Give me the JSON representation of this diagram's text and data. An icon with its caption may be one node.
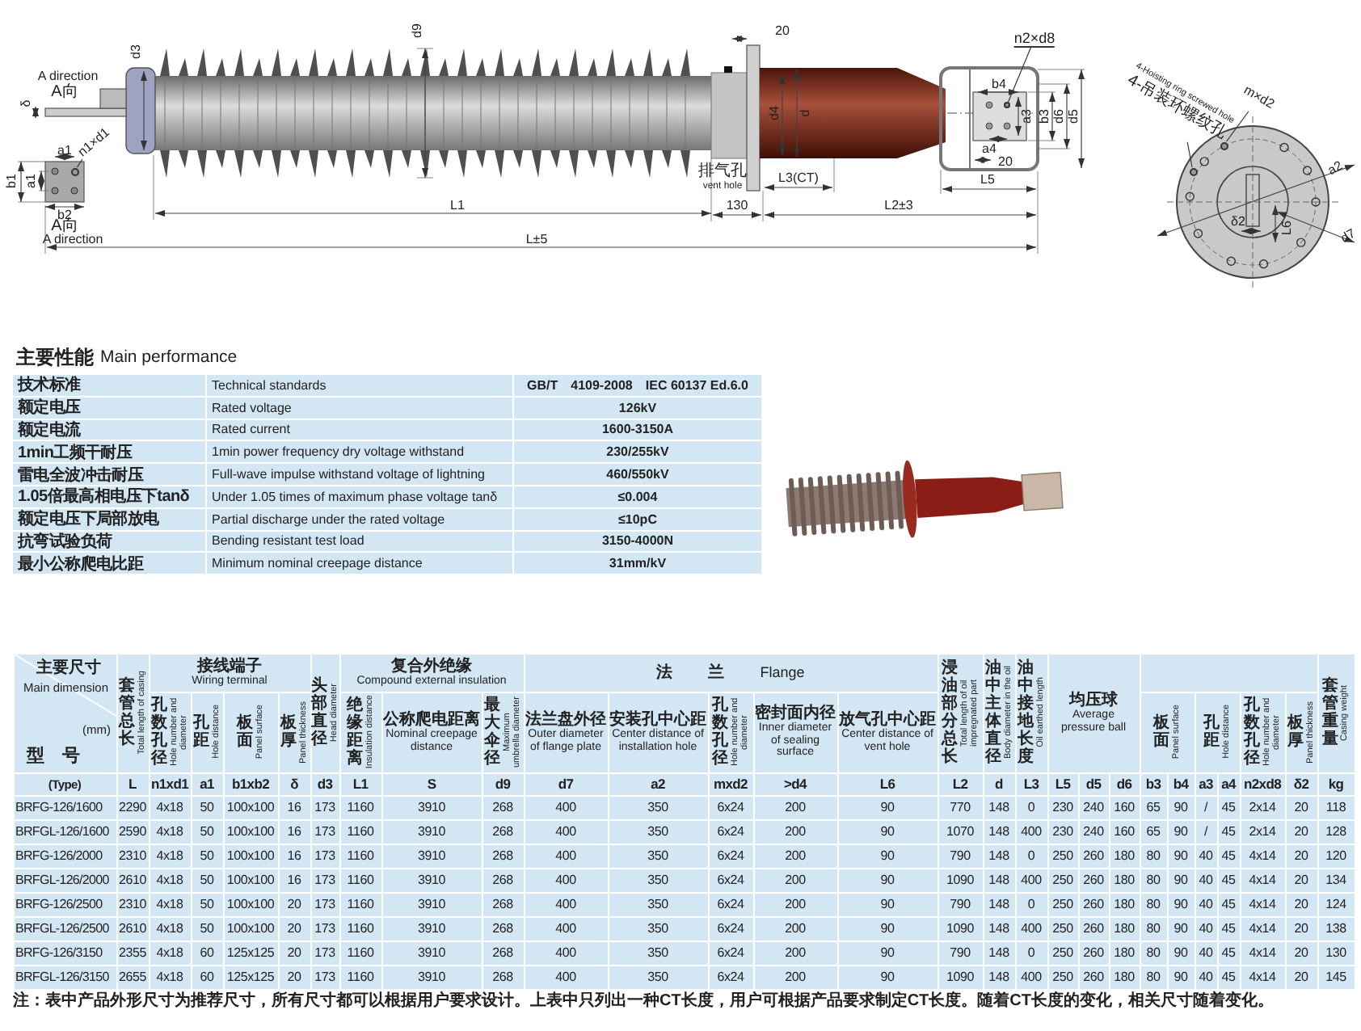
{
  "diagram": {
    "nodes": [
      {
        "text": [
          "n1×d1"
        ]
      },
      {
        "text": [],
        "shape": "circle"
      },
      {
        "text": [
          "n2×d8"
        ]
      },
      {
        "text": [],
        "shape": "circle"
      },
      {
        "text": [
          "4-Hoisting ring screwed hole",
          "4-吊装环螺纹孔"
        ]
      },
      {
        "text": [],
        "shape": "circle"
      },
      {
        "text": [
          "m×d2"
        ]
      },
      {
        "text": [],
        "shape": "circle"
      }
    ],
    "edges": [
      {
        "from": 0,
        "to": 1,
        "arrow": "none"
      },
      {
        "from": 2,
        "to": 3,
        "arrow": "none"
      },
      {
        "from": 4,
        "to": 5,
        "arrow": "none"
      },
      {
        "from": 6,
        "to": 7,
        "arrow": "none"
      }
    ],
    "labels": [
      "A direction",
      "A向",
      "δ",
      "a1",
      "b1",
      "a1",
      "b2",
      "A向",
      "A direction",
      "d3",
      "d9",
      "L1",
      "L±5",
      "20",
      "d4",
      "d",
      "排气孔",
      "vent hole",
      "L3(CT)",
      "130",
      "L2±3",
      "b4",
      "a3",
      "b3",
      "d6",
      "d5",
      "a4",
      "20",
      "L5",
      "a2",
      "δ2",
      "L6",
      "d7",
      "主要性能",
      "Main performance",
      "技术标准",
      "Technical standards",
      "GB/T　4109-2008　IEC 60137 Ed.6.0",
      "额定电压",
      "Rated voltage",
      "126kV",
      "额定电流",
      "Rated current",
      "1600-3150A",
      "1min工频干耐压",
      "1min power frequency dry voltage withstand",
      "230/255kV",
      "雷电全波冲击耐压",
      "Full-wave impulse withstand voltage of lightning",
      "460/550kV",
      "1.05倍最高相电压下tanδ",
      "Under 1.05 times of maximum phase voltage tanδ",
      "≤0.004",
      "额定电压下局部放电",
      "Partial discharge under the rated voltage",
      "≤10pC",
      "抗弯试验负荷",
      "Bending resistant test load",
      "3150-4000N",
      "最小公称爬电比距",
      "Minimum nominal creepage distance",
      "31mm/kV",
      "主要尺寸",
      "Main dimension",
      "(mm)",
      "型　号",
      "套管总长",
      "Total length of casing",
      "接线端子",
      "Wiring terminal",
      "孔数孔径",
      "Hole number and diameter",
      "孔距",
      "Hole distance",
      "板面",
      "Panel surface",
      "板厚",
      "Panel thickness",
      "头部直径",
      "Head diameter",
      "复合外绝缘",
      "Compound external insulation",
      "绝缘距离",
      "Insulation distance",
      "公称爬电距离",
      "Nominal creepage distance",
      "最大伞径",
      "Maximum umbrella diameter",
      "法",
      "兰",
      "Flange",
      "法兰盘外径",
      "Outer diameter of flange plate",
      "安装孔中心距",
      "Center distance of installation hole",
      "孔数孔径",
      "Hole number and diameter",
      "密封面内径",
      "Inner diameter of sealing surface",
      "放气孔中心距",
      "Center distance of vent hole",
      "浸油部分总长",
      "Total length of oil impregnated part",
      "油中主体直径",
      "Body diameter in the oil",
      "油中接地长度",
      "Oil earthed length",
      "均压球",
      "Average pressure ball",
      "板面",
      "Panel surface",
      "孔距",
      "Hole distance",
      "孔数孔径",
      "Hole number and diameter",
      "板厚",
      "Panel thickness",
      "套管重量",
      "Casing weight",
      "(Type)",
      "L",
      "n1xd1",
      "a1",
      "b1xb2",
      "δ",
      "d3",
      "L1",
      "S",
      "d9",
      "d7",
      "a2",
      "mxd2",
      ">d4",
      "L6",
      "L2",
      "d",
      "L3",
      "L5",
      "d5",
      "d6",
      "b3",
      "b4",
      "a3",
      "a4",
      "n2xd8",
      "δ2",
      "kg",
      "BRFG-126/1600",
      "2290",
      "4x18",
      "50",
      "100x100",
      "16",
      "173",
      "1160",
      "3910",
      "268",
      "400",
      "350",
      "6x24",
      "200",
      "90",
      "770",
      "148",
      "0",
      "230",
      "240",
      "160",
      "65",
      "90",
      "/",
      "45",
      "2x14",
      "20",
      "118",
      "BRFGL-126/1600",
      "2590",
      "4x18",
      "50",
      "100x100",
      "16",
      "173",
      "1160",
      "3910",
      "268",
      "400",
      "350",
      "6x24",
      "200",
      "90",
      "1070",
      "148",
      "400",
      "230",
      "240",
      "160",
      "65",
      "90",
      "/",
      "45",
      "2x14",
      "20",
      "128",
      "BRFG-126/2000",
      "2310",
      "4x18",
      "50",
      "100x100",
      "16",
      "173",
      "1160",
      "3910",
      "268",
      "400",
      "350",
      "6x24",
      "200",
      "90",
      "790",
      "148",
      "0",
      "250",
      "260",
      "180",
      "80",
      "90",
      "40",
      "45",
      "4x14",
      "20",
      "120",
      "BRFGL-126/2000",
      "2610",
      "4x18",
      "50",
      "100x100",
      "16",
      "173",
      "1160",
      "3910",
      "268",
      "400",
      "350",
      "6x24",
      "200",
      "90",
      "1090",
      "148",
      "400",
      "250",
      "260",
      "180",
      "80",
      "90",
      "40",
      "45",
      "4x14",
      "20",
      "134",
      "BRFG-126/2500",
      "2310",
      "4x18",
      "50",
      "100x100",
      "20",
      "173",
      "1160",
      "3910",
      "268",
      "400",
      "350",
      "6x24",
      "200",
      "90",
      "790",
      "148",
      "0",
      "250",
      "260",
      "180",
      "80",
      "90",
      "40",
      "45",
      "4x14",
      "20",
      "124",
      "BRFGL-126/2500",
      "2610",
      "4x18",
      "50",
      "100x100",
      "20",
      "173",
      "1160",
      "3910",
      "268",
      "400",
      "350",
      "6x24",
      "200",
      "90",
      "1090",
      "148",
      "400",
      "250",
      "260",
      "180",
      "80",
      "90",
      "40",
      "45",
      "4x14",
      "20",
      "138",
      "BRFG-126/3150",
      "2355",
      "4x18",
      "60",
      "125x125",
      "20",
      "173",
      "1160",
      "3910",
      "268",
      "400",
      "350",
      "6x24",
      "200",
      "90",
      "790",
      "148",
      "0",
      "250",
      "260",
      "180",
      "80",
      "90",
      "40",
      "45",
      "4x14",
      "20",
      "130",
      "BRFGL-126/3150",
      "2655",
      "4x18",
      "60",
      "125x125",
      "20",
      "173",
      "1160",
      "3910",
      "268",
      "400",
      "350",
      "6x24",
      "200",
      "90",
      "1090",
      "148",
      "400",
      "250",
      "260",
      "180",
      "80",
      "90",
      "40",
      "45",
      "4x14",
      "20",
      "145",
      "注：表中产品外形尺寸为推荐尺寸，所有尺寸都可以根据用户要求设计。上表中只列出一种CT长度，用户可根据产品要求制定CT长度。随着CT长度的变化，相关尺寸随着变化。"
    ]
  }
}
